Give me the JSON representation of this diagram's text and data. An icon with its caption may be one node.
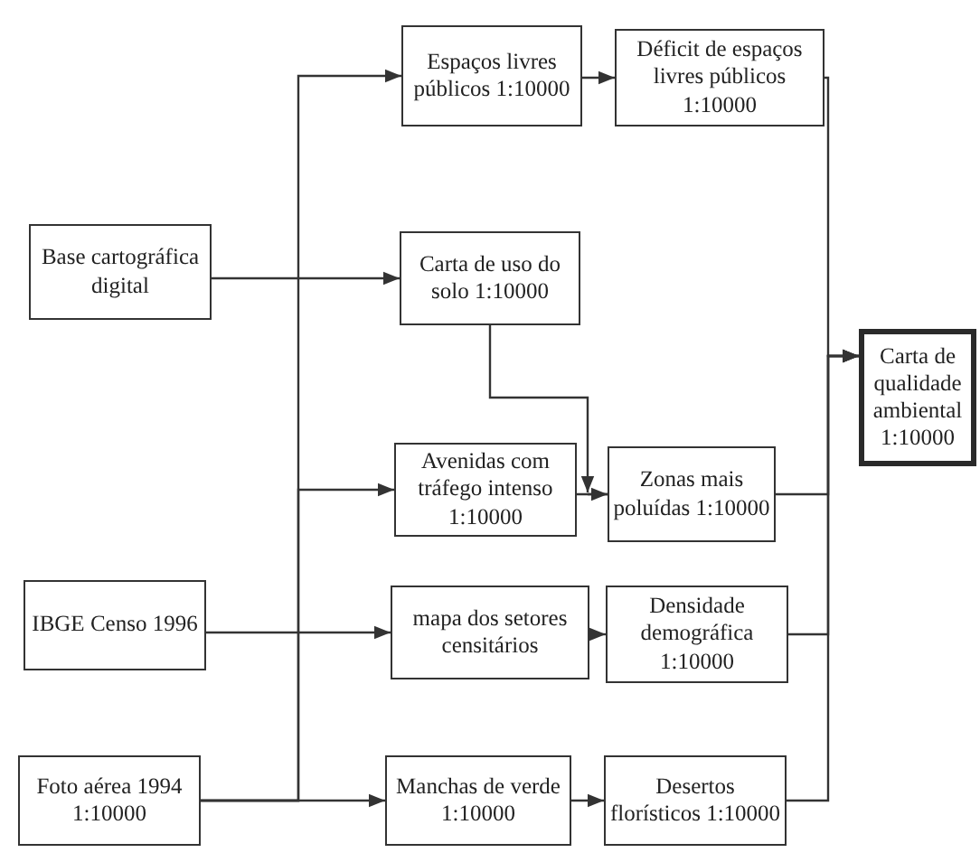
{
  "diagram": {
    "nodes": [
      {
        "text": [
          "Espaços livres públicos 1:10000"
        ]
      },
      {
        "text": [
          "Déficit de espaços livres públicos 1:10000"
        ]
      },
      {
        "text": [
          "Base cartográfica digital"
        ]
      },
      {
        "text": [
          "Carta de uso do solo 1:10000"
        ]
      },
      {
        "text": [
          "Carta de qualidade ambiental 1:10000"
        ]
      },
      {
        "text": [
          "Avenidas com tráfego intenso 1:10000"
        ]
      },
      {
        "text": [
          "Zonas mais poluídas 1:10000"
        ]
      },
      {
        "text": [
          "IBGE Censo 1996"
        ]
      },
      {
        "text": [
          "mapa dos setores censitários"
        ]
      },
      {
        "text": [
          "Densidade demográfica 1:10000"
        ]
      },
      {
        "text": [
          "Foto aérea 1994 1:10000"
        ]
      },
      {
        "text": [
          "Manchas de verde 1:10000"
        ]
      },
      {
        "text": [
          "Desertos florísticos 1:10000"
        ]
      }
    ],
    "edges": [
      {
        "from": 10,
        "to": 0,
        "arrow": "to"
      },
      {
        "from": 10,
        "to": 5,
        "arrow": "to"
      },
      {
        "from": 10,
        "to": 11,
        "arrow": "to"
      },
      {
        "from": 2,
        "to": 3,
        "arrow": "to"
      },
      {
        "from": 7,
        "to": 8,
        "arrow": "to"
      },
      {
        "from": 0,
        "to": 1,
        "arrow": "to"
      },
      {
        "from": 5,
        "to": 6,
        "arrow": "to"
      },
      {
        "from": 3,
        "to": 6,
        "arrow": "to"
      },
      {
        "from": 8,
        "to": 9,
        "arrow": "to"
      },
      {
        "from": 11,
        "to": 12,
        "arrow": "to"
      },
      {
        "from": 1,
        "to": 4,
        "arrow": "to"
      },
      {
        "from": 6,
        "to": 4,
        "arrow": "to"
      },
      {
        "from": 9,
        "to": 4,
        "arrow": "to"
      },
      {
        "from": 12,
        "to": 4,
        "arrow": "to"
      }
    ]
  }
}
